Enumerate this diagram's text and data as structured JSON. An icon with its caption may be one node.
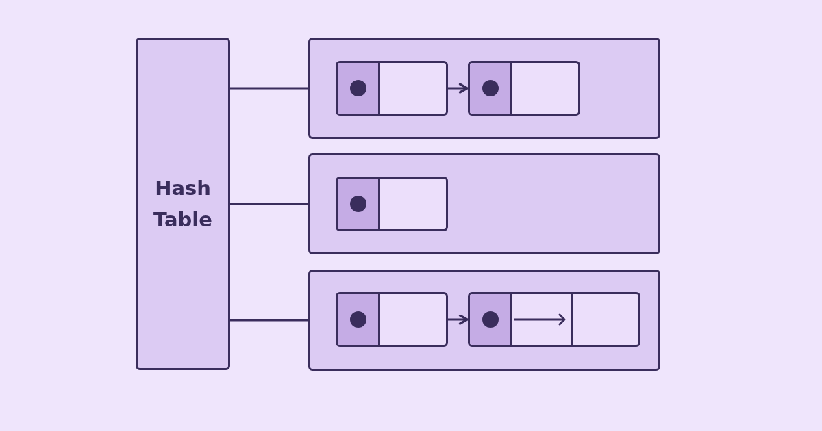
{
  "diagram": {
    "nodes": [
      {
        "text": [
          "Hash Table"
        ]
      },
      {
        "text": [],
        "shape": "box"
      },
      {
        "text": [],
        "shape": "box"
      },
      {
        "text": [],
        "shape": "box"
      },
      {
        "text": [],
        "shape": "box",
        "in": 1
      },
      {
        "text": [],
        "shape": "box",
        "in": 1
      },
      {
        "text": [],
        "shape": "box",
        "in": 2
      },
      {
        "text": [],
        "shape": "box",
        "in": 3
      },
      {
        "text": [],
        "shape": "box",
        "in": 3
      }
    ],
    "edges": [
      {
        "from": 0,
        "to": 1,
        "arrow": "none"
      },
      {
        "from": 0,
        "to": 2,
        "arrow": "none"
      },
      {
        "from": 0,
        "to": 3,
        "arrow": "none"
      },
      {
        "from": 4,
        "to": 5,
        "arrow": "to"
      },
      {
        "from": 7,
        "to": 8,
        "arrow": "to"
      }
    ]
  }
}
